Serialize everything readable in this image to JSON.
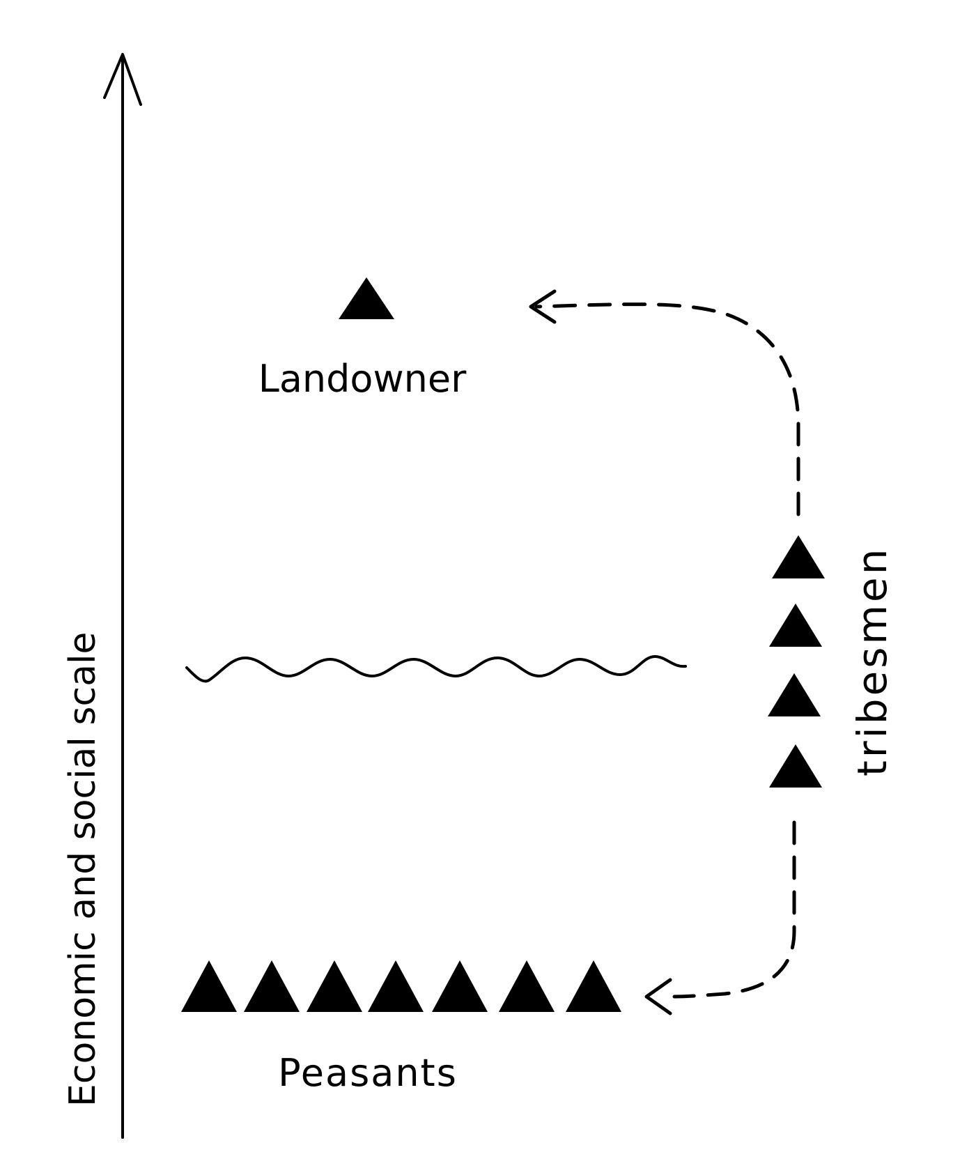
{
  "labels": {
    "axis": "Economic and social scale",
    "landowner": "Landowner",
    "peasants": "Peasants",
    "tribesmen": "tribesmen"
  },
  "colors": {
    "ink": "#000000",
    "background": "#ffffff"
  },
  "counts": {
    "landowner_markers": 1,
    "tribesmen_markers": 4,
    "peasant_markers": 7
  }
}
